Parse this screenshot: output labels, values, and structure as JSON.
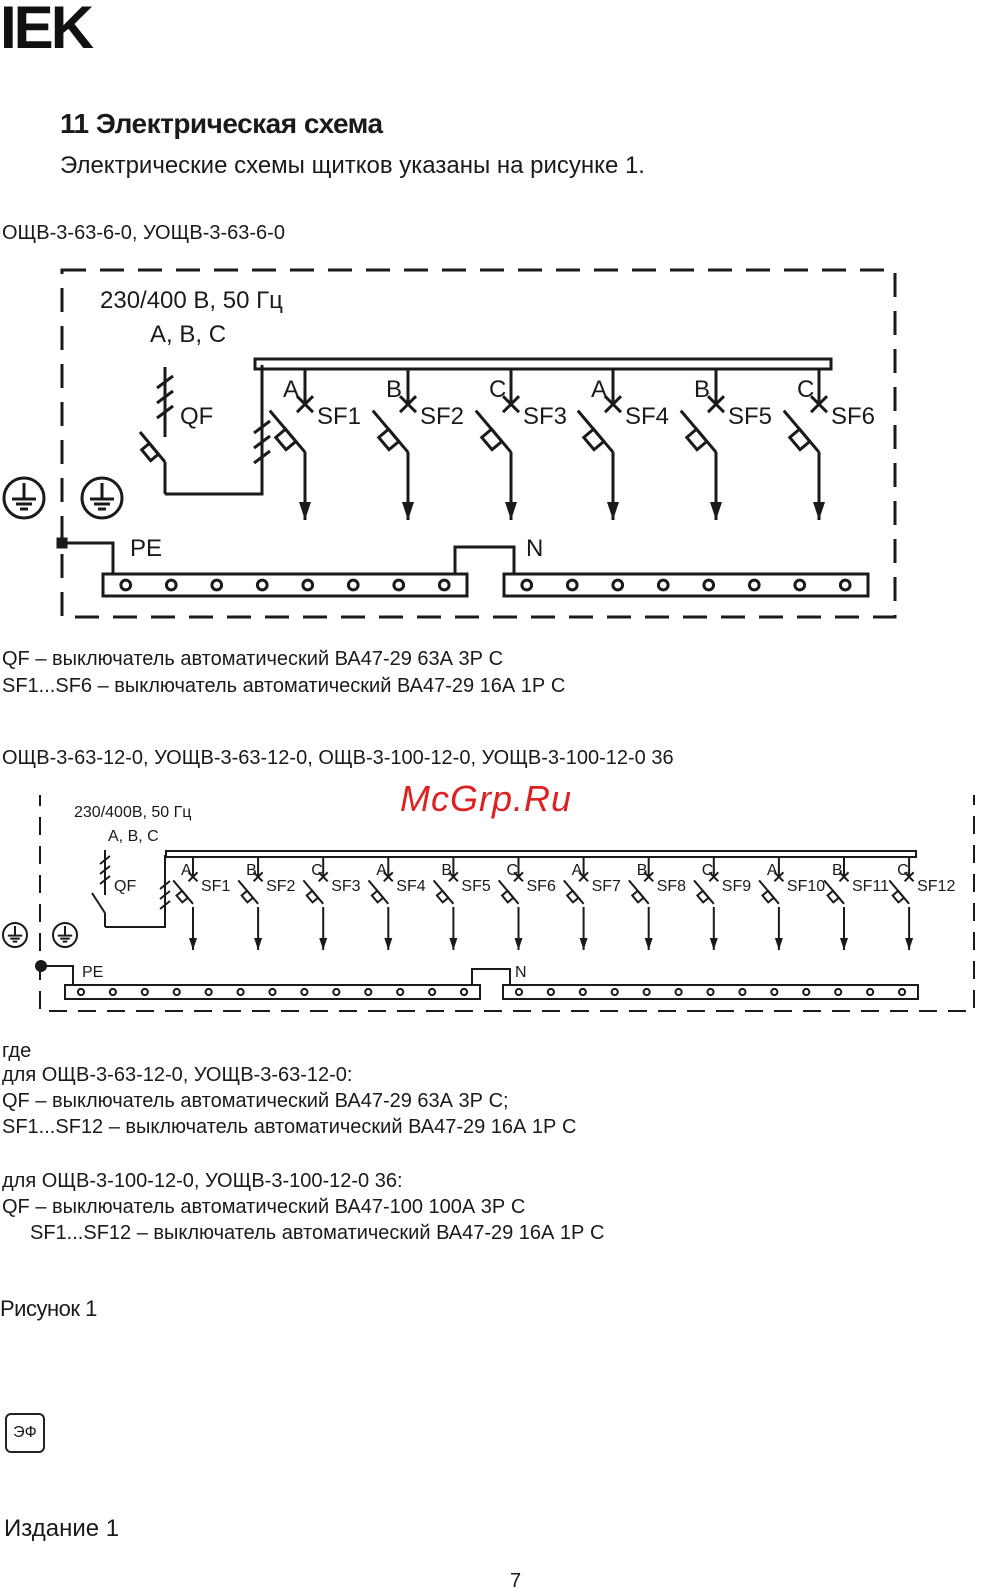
{
  "logo": "IEK",
  "heading": "11  Электрическая схема",
  "intro": "Электрические схемы щитков указаны на рисунке 1.",
  "diagram1": {
    "caption": "ОЩВ-3-63-6-0, УОЩВ-3-63-6-0",
    "supply": "230/400 В, 50 Гц",
    "phases": "А, В, С",
    "main_breaker": "QF",
    "breakers": [
      {
        "phase": "A",
        "label": "SF1"
      },
      {
        "phase": "B",
        "label": "SF2"
      },
      {
        "phase": "C",
        "label": "SF3"
      },
      {
        "phase": "A",
        "label": "SF4"
      },
      {
        "phase": "B",
        "label": "SF5"
      },
      {
        "phase": "C",
        "label": "SF6"
      }
    ],
    "pe": "PE",
    "n": "N",
    "notes": [
      "QF – выключатель автоматический ВА47-29 63А 3Р С",
      "SF1...SF6 – выключатель автоматический ВА47-29 16А 1Р С"
    ]
  },
  "diagram2": {
    "caption": "ОЩВ-3-63-12-0, УОЩВ-3-63-12-0, ОЩВ-3-100-12-0, УОЩВ-3-100-12-0 36",
    "supply": "230/400В, 50 Гц",
    "phases": "А, В, С",
    "main_breaker": "QF",
    "breakers": [
      {
        "phase": "A",
        "label": "SF1"
      },
      {
        "phase": "B",
        "label": "SF2"
      },
      {
        "phase": "C",
        "label": "SF3"
      },
      {
        "phase": "A",
        "label": "SF4"
      },
      {
        "phase": "B",
        "label": "SF5"
      },
      {
        "phase": "C",
        "label": "SF6"
      },
      {
        "phase": "A",
        "label": "SF7"
      },
      {
        "phase": "B",
        "label": "SF8"
      },
      {
        "phase": "C",
        "label": "SF9"
      },
      {
        "phase": "A",
        "label": "SF10"
      },
      {
        "phase": "B",
        "label": "SF11"
      },
      {
        "phase": "C",
        "label": "SF12"
      }
    ],
    "pe": "PE",
    "n": "N",
    "notes": [
      "где",
      "для ОЩВ-3-63-12-0, УОЩВ-3-63-12-0:",
      "QF – выключатель автоматический ВА47-29 63А 3Р С;",
      "SF1...SF12 – выключатель автоматический ВА47-29 16А 1Р С",
      "",
      "для ОЩВ-3-100-12-0, УОЩВ-3-100-12-0 36:",
      "QF – выключатель автоматический ВА47-100 100А 3Р С",
      "SF1...SF12 – выключатель автоматический ВА47-29 16А 1Р С"
    ]
  },
  "figure_caption": "Рисунок 1",
  "watermark": "McGrp.Ru",
  "badge": "ЭФ",
  "edition": "Издание 1",
  "page_number": "7"
}
